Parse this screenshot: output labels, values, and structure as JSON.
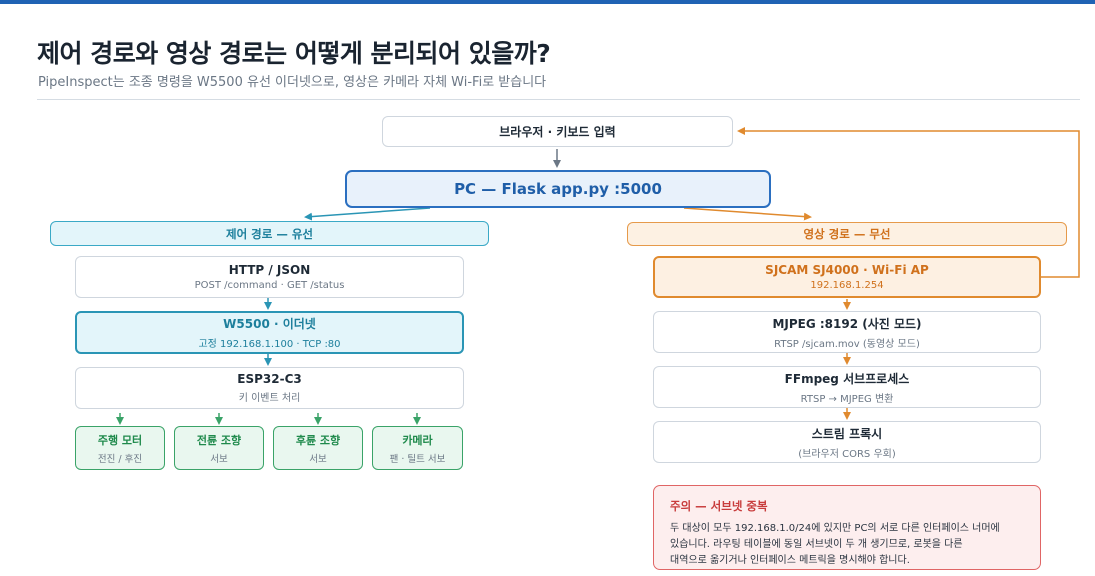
{
  "header": {
    "title": "제어 경로와 영상 경로는 어떻게 분리되어 있을까?",
    "subtitle": "PipeInspect는 조종 명령을 W5500 유선 이더넷으로, 영상은 카메라 자체 Wi-Fi로 받습니다"
  },
  "browser": {
    "label": "브라우저 · 키보드 입력"
  },
  "pc": {
    "label": "PC — Flask app.py :5000"
  },
  "control": {
    "header": "제어 경로 — 유선",
    "http": {
      "title": "HTTP / JSON",
      "sub": "POST /command · GET /status"
    },
    "w5500": {
      "title": "W5500 · 이더넷",
      "sub": "고정 192.168.1.100 · TCP :80"
    },
    "esp": {
      "title": "ESP32-C3",
      "sub": "키 이벤트 처리"
    },
    "outputs": [
      {
        "title": "주행 모터",
        "sub": "전진 / 후진"
      },
      {
        "title": "전륜 조향",
        "sub": "서보"
      },
      {
        "title": "후륜 조향",
        "sub": "서보"
      },
      {
        "title": "카메라",
        "sub": "팬 · 틸트 서보"
      }
    ]
  },
  "video": {
    "header": "영상 경로 — 무선",
    "cam": {
      "title": "SJCAM SJ4000 · Wi-Fi AP",
      "sub": "192.168.1.254"
    },
    "mjpeg": {
      "title": "MJPEG :8192 (사진 모드)",
      "sub": "RTSP /sjcam.mov (동영상 모드)"
    },
    "ffmpeg": {
      "title": "FFmpeg 서브프로세스",
      "sub": "RTSP → MJPEG 변환"
    },
    "proxy": {
      "title": "스트림 프록시",
      "sub": "(브라우저 CORS 우회)"
    }
  },
  "warning": {
    "title": "주의 — 서브넷 중복",
    "lines": [
      "두 대상이 모두 192.168.1.0/24에 있지만 PC의 서로 다른 인터페이스 너머에",
      "있습니다. 라우팅 테이블에 동일 서브넷이 두 개 생기므로, 로봇을 다른",
      "대역으로 옮기거나 인터페이스 메트릭을 명시해야 합니다."
    ]
  },
  "colors": {
    "accent_blue": "#2b6fc0",
    "control_teal": "#2a95b5",
    "output_green": "#3aa368",
    "video_orange": "#e08a2e",
    "warning_red": "#e06565"
  }
}
